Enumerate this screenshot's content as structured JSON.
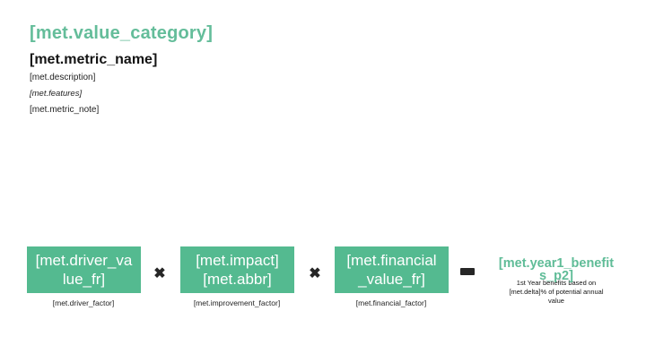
{
  "slide": {
    "value_category": "[met.value_category]",
    "metric_name": "[met.metric_name]",
    "description": "[met.description]",
    "features": "[met.features]",
    "metric_note": "[met.metric_note]"
  },
  "formula": {
    "multiply_symbol": "✖",
    "driver": {
      "value": "[met.driver_value_fr]",
      "factor": "[met.driver_factor]"
    },
    "impact": {
      "value_line1": "[met.impact]",
      "value_line2": "[met.abbr]",
      "factor": "[met.improvement_factor]"
    },
    "financial": {
      "value": "[met.financial_value_fr]",
      "factor": "[met.financial_factor]"
    },
    "result": {
      "value": "[met.year1_benefits_p2]",
      "note": "1st Year benefits based on [met.delta]% of potential annual value"
    }
  },
  "colors": {
    "box_teal": "#54ba90",
    "title_teal": "#64bd9a",
    "result_teal": "#5fbc97",
    "text_dark": "#1f1f1f"
  }
}
